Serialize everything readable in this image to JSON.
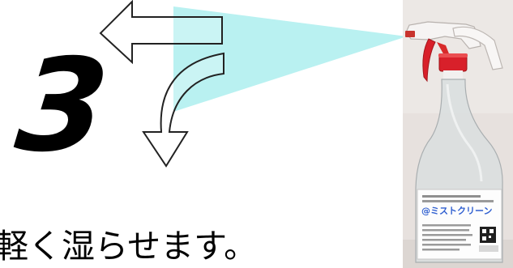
{
  "step": {
    "number": "3"
  },
  "caption": {
    "text": "軽く湿らせます。"
  },
  "product": {
    "label_logo_text": "@ミストクリーン"
  },
  "colors": {
    "mist": "#b9f1f1",
    "arrow_outline": "#222222",
    "arrow_fill": "#ffffff",
    "sprayer_red": "#d8202a",
    "label_blue": "#2f5fd0"
  },
  "icons": {
    "left_arrow": "arrow-left-outline-icon",
    "down_arrow": "arrow-curved-down-outline-icon",
    "spray": "spray-mist-cone"
  }
}
